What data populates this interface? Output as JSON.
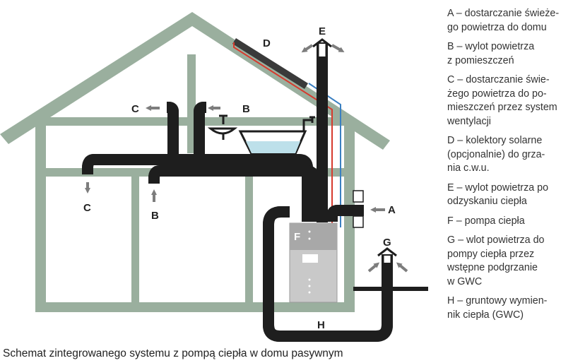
{
  "caption": "Schemat zintegrowanego systemu z pompą ciepła w domu pasywnym",
  "labels": {
    "A": "A",
    "B": "B",
    "C": "C",
    "D": "D",
    "E": "E",
    "F": "F",
    "G": "G",
    "H": "H"
  },
  "legend": [
    {
      "key": "A",
      "text": "A – dostarczanie świeże-\ngo powietrza do domu"
    },
    {
      "key": "B",
      "text": "B – wylot powietrza\nz pomieszczeń"
    },
    {
      "key": "C",
      "text": "C – dostarczanie świe-\nżego powietrza do po-\nmieszczeń przez system\nwentylacji"
    },
    {
      "key": "D",
      "text": "D – kolektory solarne\n(opcjonalnie) do grza-\nnia c.w.u."
    },
    {
      "key": "E",
      "text": "E – wylot powietrza po\nodzyskaniu ciepła"
    },
    {
      "key": "F",
      "text": "F – pompa ciepła"
    },
    {
      "key": "G",
      "text": "G – wlot powietrza do\npompy ciepła przez\nwstępne podgrzanie\nw GWC"
    },
    {
      "key": "H",
      "text": "H – gruntowy wymien-\nnik ciepła (GWC)"
    }
  ],
  "colors": {
    "frame": "#9aaf9e",
    "duct_outline": "#1e1e1e",
    "duct_fill": "#ffffff",
    "arrow": "#7d7d7d",
    "solar_red": "#d63a2e",
    "solar_blue": "#3a7fc1",
    "heat_pump": "#c9c9c9",
    "water": "#bde0ea"
  }
}
